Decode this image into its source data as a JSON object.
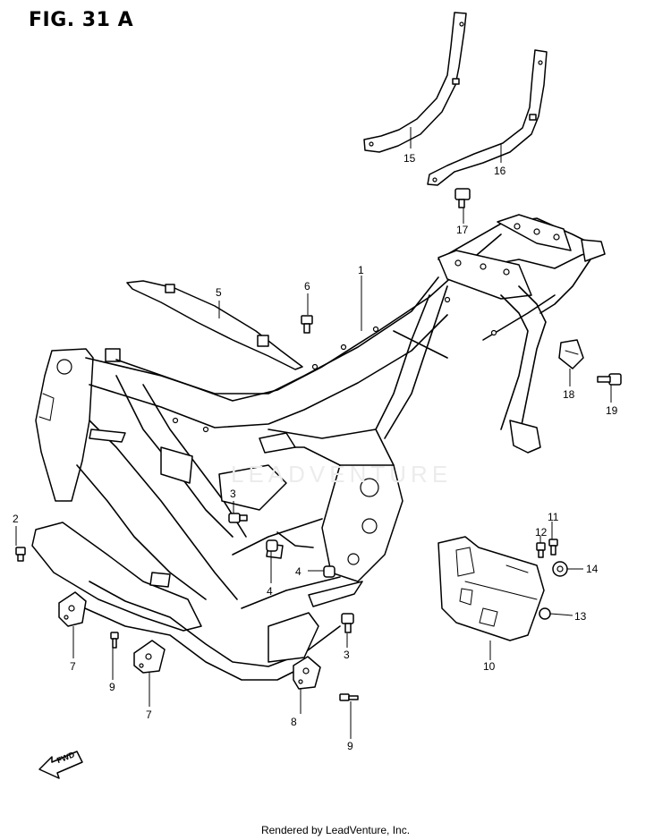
{
  "figure": {
    "title": "FIG. 31 A"
  },
  "callouts": [
    {
      "id": "c1",
      "label": "1"
    },
    {
      "id": "c2",
      "label": "2"
    },
    {
      "id": "c3a",
      "label": "3"
    },
    {
      "id": "c3b",
      "label": "3"
    },
    {
      "id": "c4a",
      "label": "4"
    },
    {
      "id": "c4b",
      "label": "4"
    },
    {
      "id": "c5",
      "label": "5"
    },
    {
      "id": "c6",
      "label": "6"
    },
    {
      "id": "c7a",
      "label": "7"
    },
    {
      "id": "c7b",
      "label": "7"
    },
    {
      "id": "c8",
      "label": "8"
    },
    {
      "id": "c9a",
      "label": "9"
    },
    {
      "id": "c9b",
      "label": "9"
    },
    {
      "id": "c10",
      "label": "10"
    },
    {
      "id": "c11",
      "label": "11"
    },
    {
      "id": "c12",
      "label": "12"
    },
    {
      "id": "c13",
      "label": "13"
    },
    {
      "id": "c14",
      "label": "14"
    },
    {
      "id": "c15",
      "label": "15"
    },
    {
      "id": "c16",
      "label": "16"
    },
    {
      "id": "c17",
      "label": "17"
    },
    {
      "id": "c18",
      "label": "18"
    },
    {
      "id": "c19",
      "label": "19"
    }
  ],
  "direction_arrow": {
    "label": "FWD"
  },
  "watermark": {
    "text": "LEADVENTURE"
  },
  "footer": {
    "text": "Rendered by LeadVenture, Inc."
  }
}
